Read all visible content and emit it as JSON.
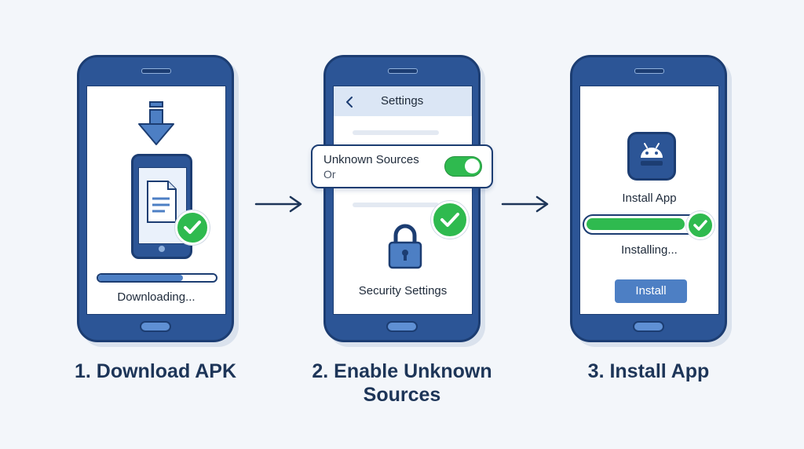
{
  "steps": [
    {
      "caption": "1. Download APK",
      "status": "Downloading...",
      "progress": 0.72
    },
    {
      "caption_line1": "2. Enable Unknown",
      "caption_line2": "Sources",
      "header_title": "Settings",
      "toggle_label": "Unknown Sources",
      "toggle_sublabel": "Or",
      "toggle_on": true,
      "footer_label": "Security Settings"
    },
    {
      "caption": "3. Install App",
      "app_label": "Install App",
      "status": "Installing...",
      "progress": 0.85,
      "button_label": "Install"
    }
  ],
  "colors": {
    "phone_body": "#2c5596",
    "accent_green": "#2fba4f",
    "button_blue": "#4d7fc4"
  },
  "icons": [
    "download-arrow-icon",
    "document-icon",
    "check-icon",
    "back-chevron-icon",
    "lock-icon",
    "android-icon",
    "arrow-right-icon"
  ]
}
